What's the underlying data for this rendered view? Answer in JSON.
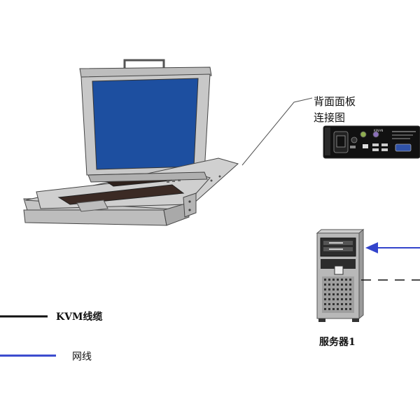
{
  "panel_label": {
    "line1": "背面面板",
    "line2": "连接图"
  },
  "server_label": "服务器1",
  "legend": {
    "items": [
      {
        "label": "KVM线缆",
        "line_color": "#111111",
        "icon": "black-line"
      },
      {
        "label": "网线",
        "line_color": "#3344cc",
        "icon": "blue-line"
      }
    ]
  },
  "colors": {
    "screen": "#1d4fa0",
    "chassis": "#c9c9c9",
    "network_arrow": "#3344cc",
    "kvm_line": "#111111"
  },
  "kvm_back_panel": {
    "brand": "KINAN"
  }
}
